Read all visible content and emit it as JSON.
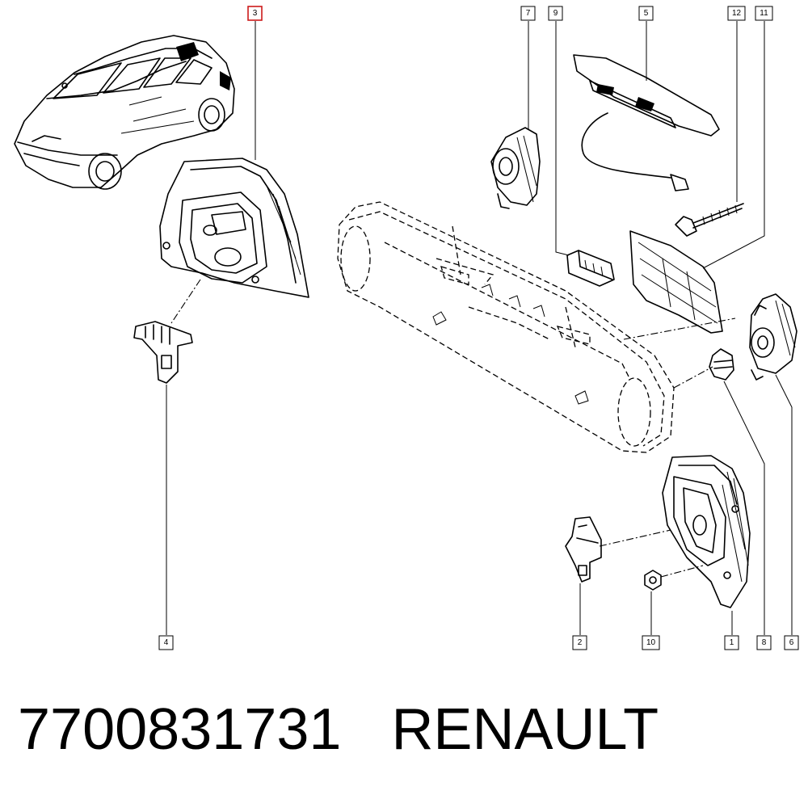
{
  "callouts": [
    {
      "id": "3",
      "label": "3",
      "highlighted": true
    },
    {
      "id": "7",
      "label": "7"
    },
    {
      "id": "9",
      "label": "9"
    },
    {
      "id": "5",
      "label": "5"
    },
    {
      "id": "12",
      "label": "12"
    },
    {
      "id": "11",
      "label": "11"
    },
    {
      "id": "4",
      "label": "4"
    },
    {
      "id": "2",
      "label": "2"
    },
    {
      "id": "10",
      "label": "10"
    },
    {
      "id": "1",
      "label": "1"
    },
    {
      "id": "8",
      "label": "8"
    },
    {
      "id": "6",
      "label": "6"
    }
  ],
  "footer": {
    "part_number": "7700831731",
    "brand": "RENAULT"
  },
  "colors": {
    "ink": "#000000",
    "highlight": "#cc1a1a",
    "background": "#ffffff"
  }
}
